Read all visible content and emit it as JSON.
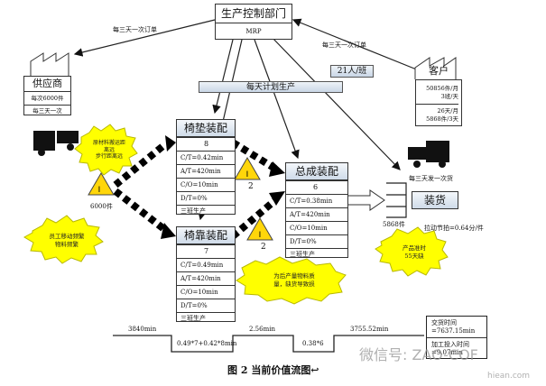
{
  "control": {
    "title": "生产控制部门",
    "sub": "MRP"
  },
  "supplier": {
    "name": "供应商",
    "row1": "每次6000件",
    "row2": "每三天一次"
  },
  "customer": {
    "name": "客户",
    "rows": [
      "50856件/月",
      "3班/天",
      "26天/月",
      "5868件/3天"
    ]
  },
  "flows": {
    "supplier_order": "每三天一次订单",
    "customer_order": "每三天一次订单",
    "daily_plan": "每天计划生产",
    "shipment": "每三天发一次货"
  },
  "staff": "21人/班",
  "inventory": {
    "first": "6000件",
    "between_a": "2",
    "between_b": "2",
    "finished": "5868件"
  },
  "processes": {
    "seat_cushion": {
      "title": "椅垫装配",
      "operators": "8",
      "rows": [
        "C/T=0.42min",
        "A/T=420min",
        "C/O=10min",
        "D/T=0%",
        "三班生产"
      ]
    },
    "seat_back": {
      "title": "椅靠装配",
      "operators": "7",
      "rows": [
        "C/T=0.49min",
        "A/T=420min",
        "C/O=10min",
        "D/T=0%",
        "三班生产"
      ]
    },
    "final_assembly": {
      "title": "总成装配",
      "operators": "6",
      "rows": [
        "C/T=0.38min",
        "A/T=420min",
        "C/O=10min",
        "D/T=0%",
        "三班生产"
      ]
    },
    "shipping": {
      "title": "装货"
    }
  },
  "takt": "拉动节拍=0.64分/件",
  "bursts": {
    "raw_material": [
      "原材料搬",
      "运距离远",
      "步行",
      "距离远"
    ],
    "worker_move": [
      "员工移动频繁",
      "物料频繁"
    ],
    "quality": [
      "为后产量物料质",
      "量，缺货导致损"
    ],
    "yield": [
      "产品准时",
      "55天缺"
    ]
  },
  "timeline": {
    "top": [
      "3840min",
      "2.56min",
      "3755.52min"
    ],
    "bottom": [
      "0.49*7+0.42*8min",
      "0.38*6"
    ]
  },
  "summary": {
    "lead_label": "交货时间",
    "lead_value": "=7637.15min",
    "va_label": "加工投入时间",
    "va_value": "=9.07min"
  },
  "caption": "图 2  当前价值流图↩",
  "watermark": {
    "text": "微信号: ZAO-COF",
    "site": "hiean.com"
  }
}
